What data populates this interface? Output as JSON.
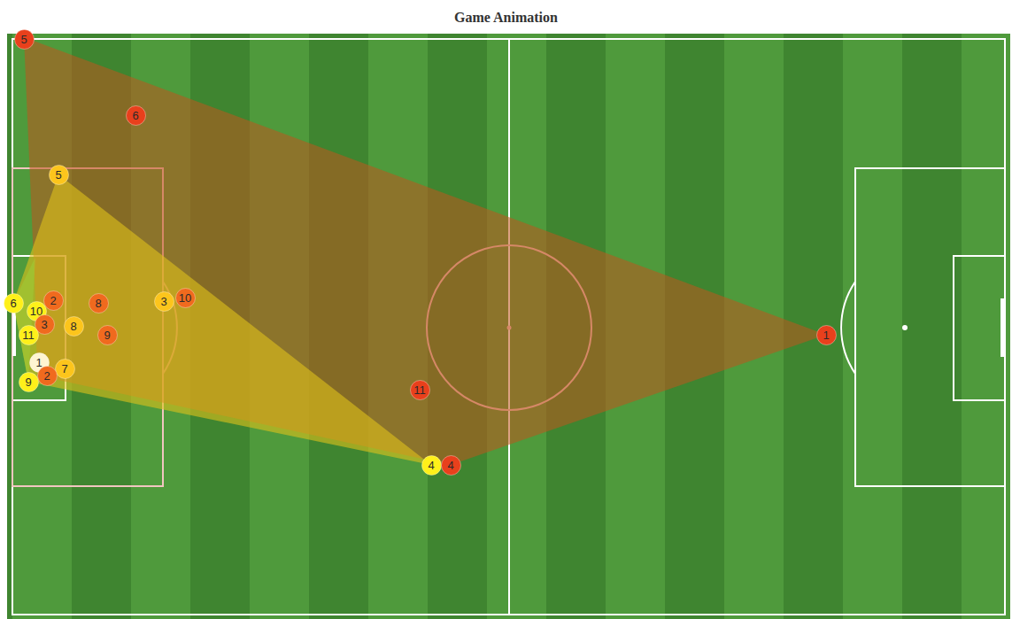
{
  "diagram": {
    "title": "Game Animation",
    "nodes": [
      {
        "text": [
          "5"
        ]
      },
      {
        "text": [
          "6"
        ]
      },
      {
        "text": [
          "5"
        ]
      },
      {
        "text": [
          "10"
        ]
      },
      {
        "text": [
          "3"
        ]
      },
      {
        "text": [
          "2"
        ]
      },
      {
        "text": [
          "8"
        ]
      },
      {
        "text": [
          "6"
        ]
      },
      {
        "text": [
          "10"
        ]
      },
      {
        "text": [
          "3"
        ]
      },
      {
        "text": [
          "8"
        ]
      },
      {
        "text": [
          "11"
        ]
      },
      {
        "text": [
          "9"
        ]
      },
      {
        "text": [
          "1"
        ]
      },
      {
        "text": [
          "1"
        ]
      },
      {
        "text": [
          "7"
        ]
      },
      {
        "text": [
          "2"
        ]
      },
      {
        "text": [
          "9"
        ]
      },
      {
        "text": [
          "11"
        ]
      },
      {
        "text": [
          "4"
        ]
      },
      {
        "text": [
          "4"
        ]
      }
    ]
  }
}
